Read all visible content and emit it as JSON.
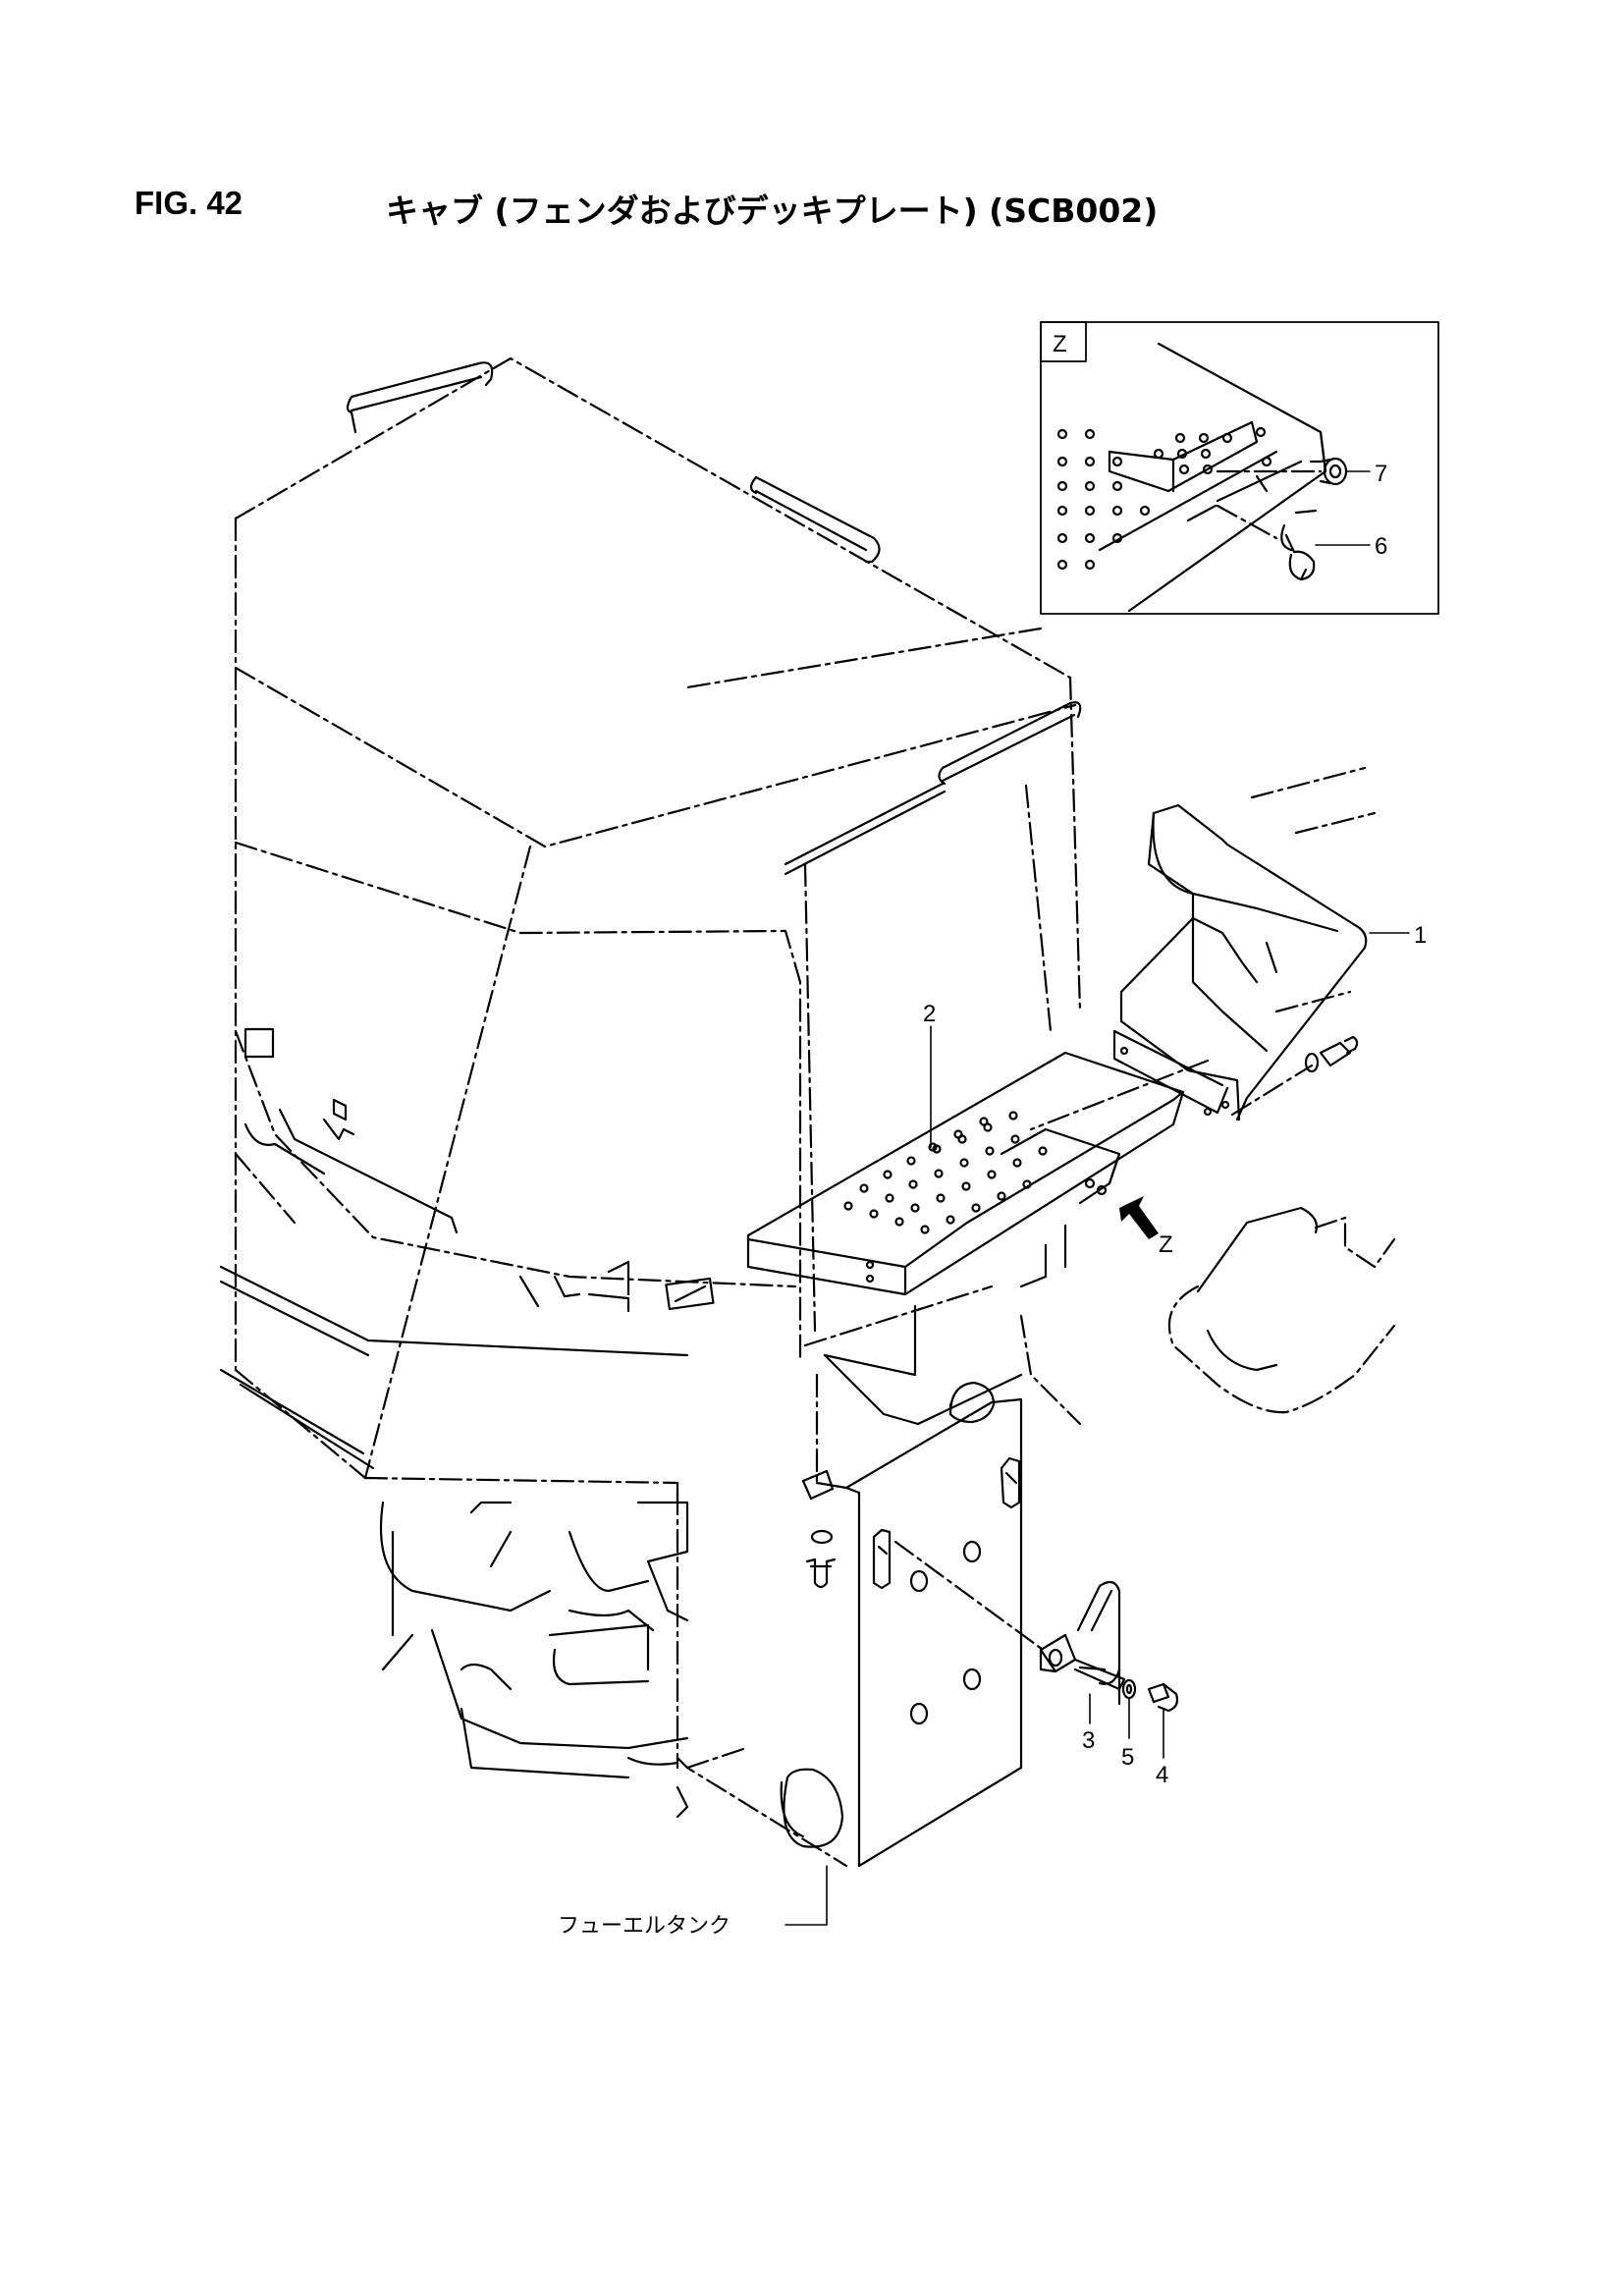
{
  "header": {
    "figure_number": "FIG. 42",
    "title": "キャブ (フェンダおよびデッキプレート) (SCB002)"
  },
  "detail_view": {
    "label": "Z"
  },
  "callouts": {
    "c1": "1",
    "c2": "2",
    "c3": "3",
    "c4": "4",
    "c5": "5",
    "c6": "6",
    "c7": "7",
    "view_arrow": "Z",
    "fuel_tank": "フューエルタンク"
  }
}
